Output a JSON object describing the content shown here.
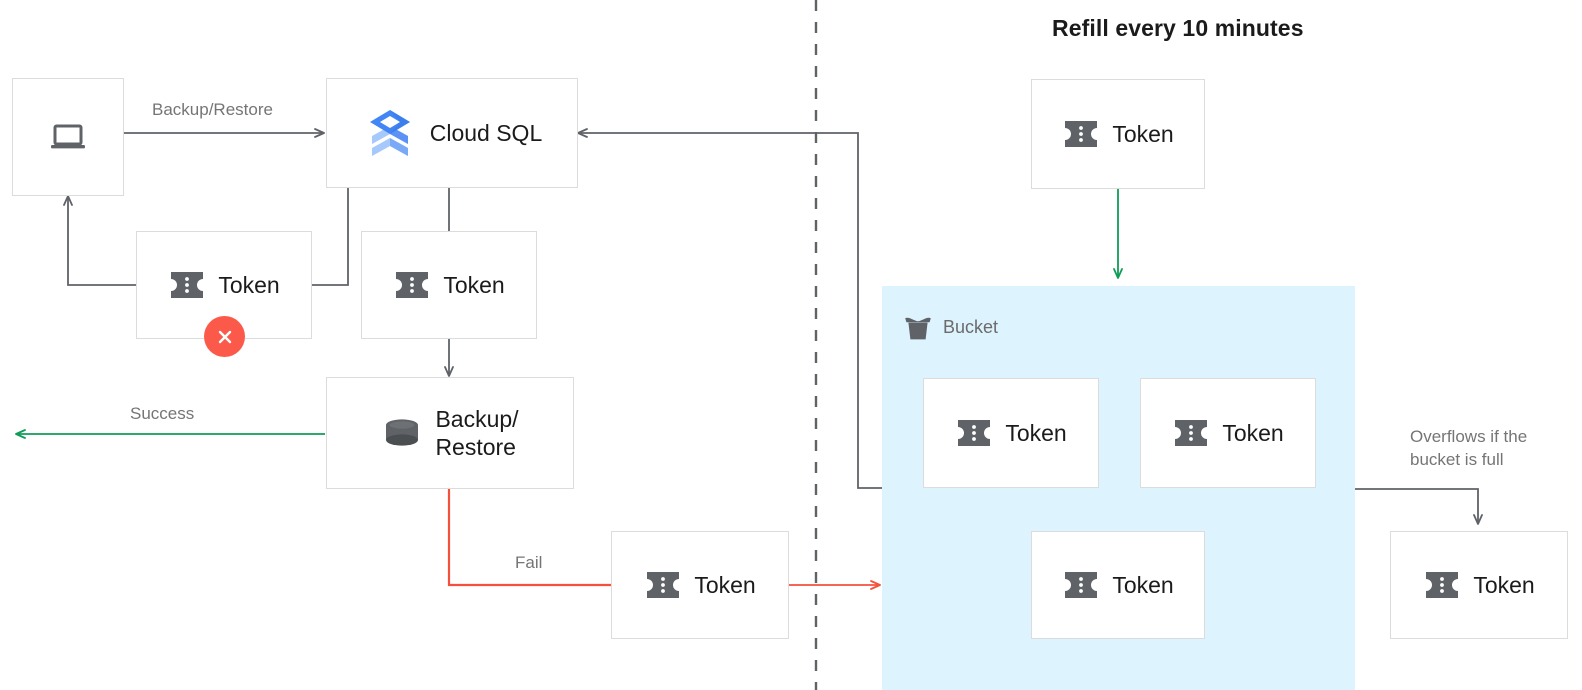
{
  "title": "Refill every 10 minutes",
  "colors": {
    "box_border": "#dcdcdc",
    "text": "#1b1b1b",
    "muted_text": "#757575",
    "arrow_gray": "#5f6368",
    "arrow_green": "#0f9d58",
    "arrow_red": "#f4503c",
    "badge_red": "#fb5a4b",
    "bucket_fill": "#ddf3fd",
    "cloudsql_blue_dark": "#4285f4",
    "cloudsql_blue_light": "#a6c8fb",
    "icon_gray": "#5f6368"
  },
  "nodes": {
    "client": {
      "icon": "laptop-icon",
      "label": ""
    },
    "cloud_sql": {
      "icon": "cloud-sql-icon",
      "label": "Cloud SQL"
    },
    "token_failed": {
      "icon": "token-icon",
      "label": "Token",
      "badge": "x-badge"
    },
    "token_consumed": {
      "icon": "token-icon",
      "label": "Token"
    },
    "backup_restore": {
      "icon": "database-icon",
      "label": "Backup/\nRestore"
    },
    "token_fail_return": {
      "icon": "token-icon",
      "label": "Token"
    },
    "token_refill": {
      "icon": "token-icon",
      "label": "Token"
    },
    "token_bucket_1": {
      "icon": "token-icon",
      "label": "Token"
    },
    "token_bucket_2": {
      "icon": "token-icon",
      "label": "Token"
    },
    "token_bucket_3": {
      "icon": "token-icon",
      "label": "Token"
    },
    "token_overflow": {
      "icon": "token-icon",
      "label": "Token"
    }
  },
  "bucket": {
    "icon": "bucket-icon",
    "label": "Bucket"
  },
  "edges": {
    "backup_restore_label": "Backup/Restore",
    "success_label": "Success",
    "fail_label": "Fail",
    "overflow_label": "Overflows if the\nbucket is full"
  }
}
